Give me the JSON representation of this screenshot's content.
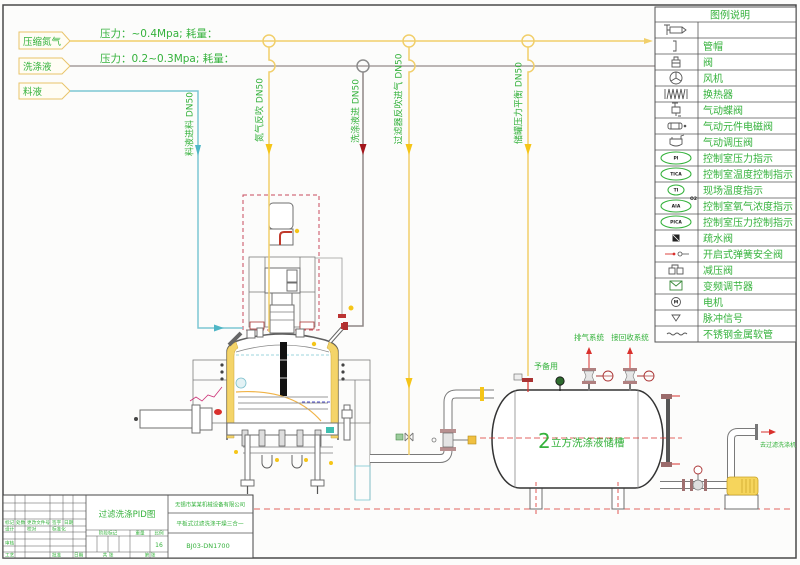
{
  "drawing": {
    "title": "过滤洗涤PID图"
  },
  "colors": {
    "nitrogen_line": "#f1cf6b",
    "washing_line": "#a59d9d",
    "feed_line": "#7cc7d3",
    "annotation_text": "#35b23c",
    "signal_red": "#d9302c",
    "jacket_yellow": "#f4d469"
  },
  "utility_tags": [
    {
      "label": "压缩氮气"
    },
    {
      "label": "洗涤液"
    },
    {
      "label": "料液"
    }
  ],
  "header_specs": [
    {
      "text": "压力：~0.4Mpa; 耗量："
    },
    {
      "text": "压力：0.2~0.3Mpa; 耗量："
    }
  ],
  "branch_lines": [
    {
      "label": "料液进料 DN50",
      "medium": "feed"
    },
    {
      "label": "氮气反吹 DN50",
      "medium": "nitrogen"
    },
    {
      "label": "洗涤液进 DN50",
      "medium": "washing"
    },
    {
      "label": "过滤器反吹进气 DN50",
      "medium": "nitrogen"
    },
    {
      "label": "储罐压力平衡 DN50",
      "medium": "nitrogen"
    }
  ],
  "storage_tank": {
    "label_number": "2",
    "label_text": "立方洗涤液储槽",
    "nozzle_labels": [
      "予备用",
      "排气系统",
      "接回收系统"
    ]
  },
  "pump": {
    "outlet_label": "去过滤洗涤机"
  },
  "legend": {
    "title": "图例说明",
    "items": [
      {
        "icon": "pipe-connector-icon",
        "label": ""
      },
      {
        "icon": "pipe-cap-icon",
        "label": "管帽"
      },
      {
        "icon": "valve-icon",
        "label": "阀"
      },
      {
        "icon": "fan-icon",
        "label": "风机"
      },
      {
        "icon": "heat-exchanger-icon",
        "label": "换热器"
      },
      {
        "icon": "pneumatic-butterfly-valve-icon",
        "label": "气动蝶阀"
      },
      {
        "icon": "solenoid-valve-icon",
        "label": "气动元件电磁阀"
      },
      {
        "icon": "pressure-regulator-icon",
        "label": "气动调压阀"
      },
      {
        "icon": "instrument-bubble-icon",
        "tag": "PI",
        "label": "控制室压力指示"
      },
      {
        "icon": "instrument-bubble-icon",
        "tag": "TICA",
        "label": "控制室温度控制指示"
      },
      {
        "icon": "field-instrument-icon",
        "tag": "TI",
        "label": "现场温度指示"
      },
      {
        "icon": "instrument-bubble-icon",
        "tag": "AIA",
        "tag_sup": "O2",
        "label": "控制室氧气浓度指示"
      },
      {
        "icon": "instrument-bubble-icon",
        "tag": "PICA",
        "label": "控制室压力控制指示"
      },
      {
        "icon": "steam-trap-icon",
        "label": "疏水阀"
      },
      {
        "icon": "spring-safety-valve-icon",
        "label": "开启式弹簧安全阀"
      },
      {
        "icon": "pressure-reducing-valve-icon",
        "label": "减压阀"
      },
      {
        "icon": "frequency-converter-icon",
        "label": "变频调节器"
      },
      {
        "icon": "motor-icon",
        "tag": "M",
        "label": "电机"
      },
      {
        "icon": "pulse-signal-icon",
        "label": "脉冲信号"
      },
      {
        "icon": "metal-hose-icon",
        "label": "不锈钢金属软管"
      }
    ]
  },
  "title_block": {
    "drawing_title": "过滤洗涤PID图",
    "company": "无锡市某某机械设备有限公司",
    "product": "平板式过滤洗涤干燥三合一",
    "drawing_no": "BJ03-DN1700",
    "revision_headers": [
      "标记",
      "处数",
      "更改文件号",
      "签字",
      "日期"
    ],
    "sign_labels": {
      "design": "设计",
      "check": "校对",
      "standard": "标准化",
      "review": "审核",
      "process": "工艺",
      "approve": "批准",
      "date": "日期"
    },
    "stage_mark": "阶段标记",
    "weight": "重量",
    "scale": "比例",
    "scale_value": "16",
    "sheet_total": "共  张",
    "sheet_no": "第  张"
  }
}
